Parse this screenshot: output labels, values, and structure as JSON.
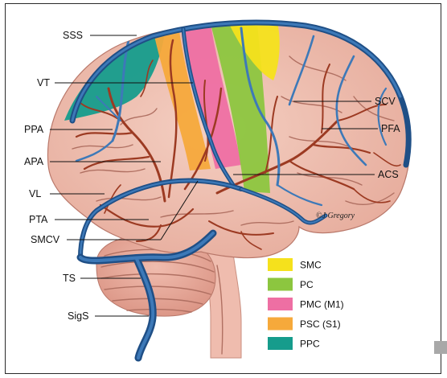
{
  "labels": {
    "sss": "SSS",
    "vt": "VT",
    "ppa": "PPA",
    "apa": "APA",
    "vl": "VL",
    "pta": "PTA",
    "smcv": "SMCV",
    "ts": "TS",
    "sigs": "SigS",
    "scv": "SCV",
    "pfa": "PFA",
    "acs": "ACS"
  },
  "credit": "©J Gregory",
  "legend": [
    {
      "label": "SMC",
      "color": "#f5e11c"
    },
    {
      "label": "PC",
      "color": "#8cc63f"
    },
    {
      "label": "PMC (M1)",
      "color": "#ee6fa3"
    },
    {
      "label": "PSC (S1)",
      "color": "#f6a93b"
    },
    {
      "label": "PPC",
      "color": "#169c8c"
    }
  ],
  "colors": {
    "brain": "#f1c3b4",
    "vein": "#2f67a6",
    "artery": "#b2462a",
    "cerebellum": "#e8a99a",
    "brainstem": "#efbcae"
  }
}
